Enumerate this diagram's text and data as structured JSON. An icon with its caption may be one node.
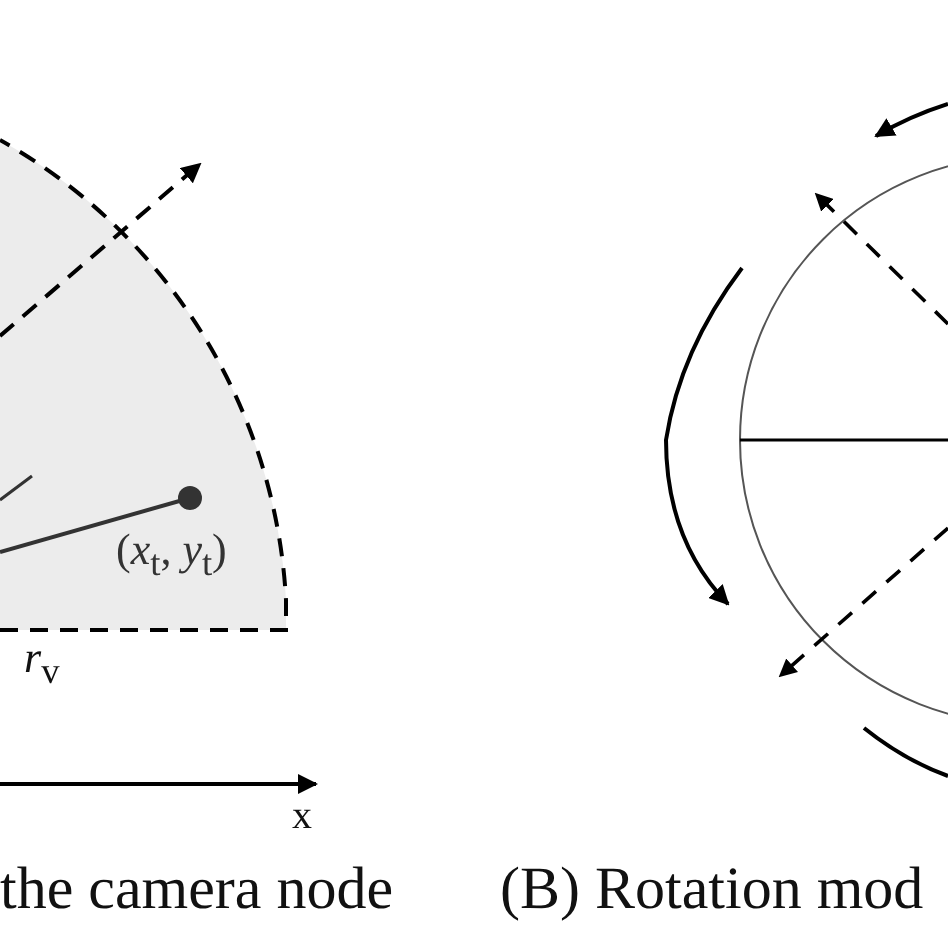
{
  "diagram": {
    "labels": [
      "(*x*$_{t}$, *y*$_{t}$)",
      "*r*$_{v}$",
      "x",
      "the camera node",
      "(B) Rotation mod"
    ]
  }
}
